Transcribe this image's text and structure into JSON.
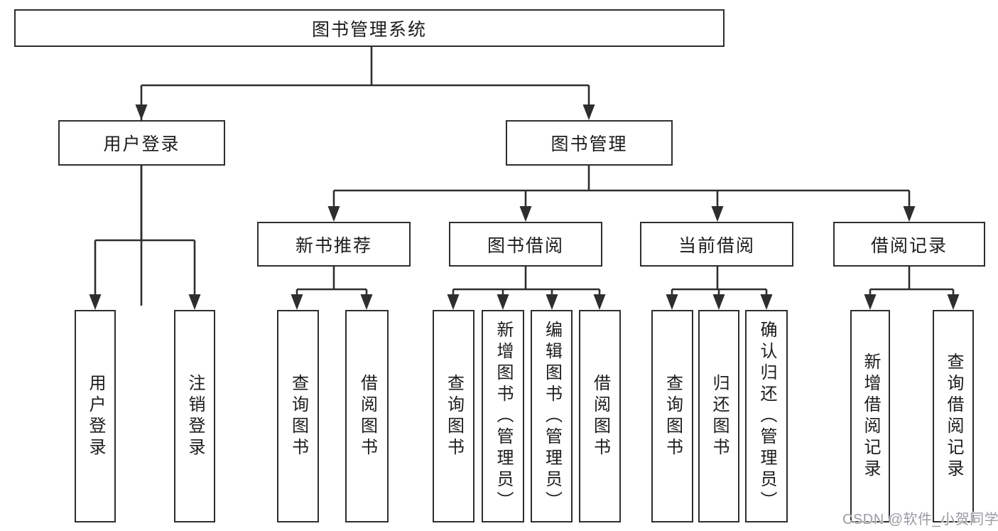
{
  "tree": {
    "root": "图书管理系统",
    "children": [
      {
        "label": "用户登录",
        "children": [
          "用户登录",
          "注销登录"
        ]
      },
      {
        "label": "图书管理",
        "children": [
          {
            "label": "新书推荐",
            "children": [
              "查询图书",
              "借阅图书"
            ]
          },
          {
            "label": "图书借阅",
            "children": [
              "查询图书",
              "新增图书（管理员）",
              "编辑图书（管理员）",
              "借阅图书"
            ]
          },
          {
            "label": "当前借阅",
            "children": [
              "查询图书",
              "归还图书",
              "确认归还（管理员）"
            ]
          },
          {
            "label": "借阅记录",
            "children": [
              "新增借阅记录",
              "查询借阅记录"
            ]
          }
        ]
      }
    ]
  },
  "watermark": {
    "text": "CSDN @软件_小贺同学"
  },
  "colors": {
    "line": "#2e2e2e",
    "box_border": "#2e2e2e",
    "text": "#1c1c1c",
    "background": "#ffffff",
    "watermark": "#9b9ba3"
  }
}
